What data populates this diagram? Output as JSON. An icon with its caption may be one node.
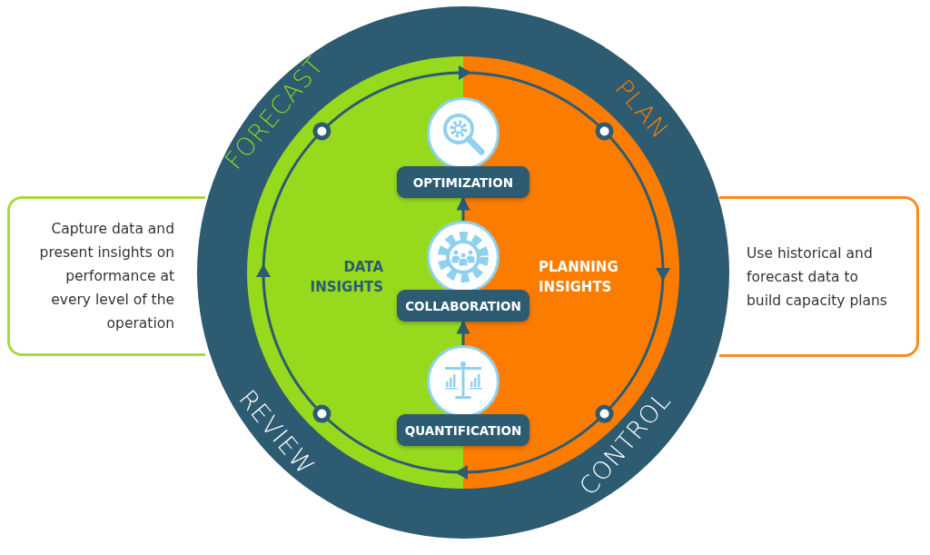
{
  "diagram": {
    "nodes": [
      {
        "text": [
          "Capture data and present insights on performance at every level of the operation"
        ]
      },
      {
        "text": [
          "Use historical and forecast data to build capacity plans"
        ]
      },
      {
        "text": [
          "OPTIMIZATION"
        ]
      },
      {
        "text": [
          "COLLABORATION"
        ]
      },
      {
        "text": [
          "QUANTIFICATION"
        ]
      }
    ],
    "edges": [
      {
        "from": 4,
        "to": 3,
        "arrow": "to"
      },
      {
        "from": 3,
        "to": 2,
        "arrow": "to"
      }
    ],
    "labels": [
      "FORECAST",
      "PLAN",
      "DATA INSIGHTS",
      "PLANNING INSIGHTS",
      "REVIEW",
      "CONTROL"
    ]
  }
}
